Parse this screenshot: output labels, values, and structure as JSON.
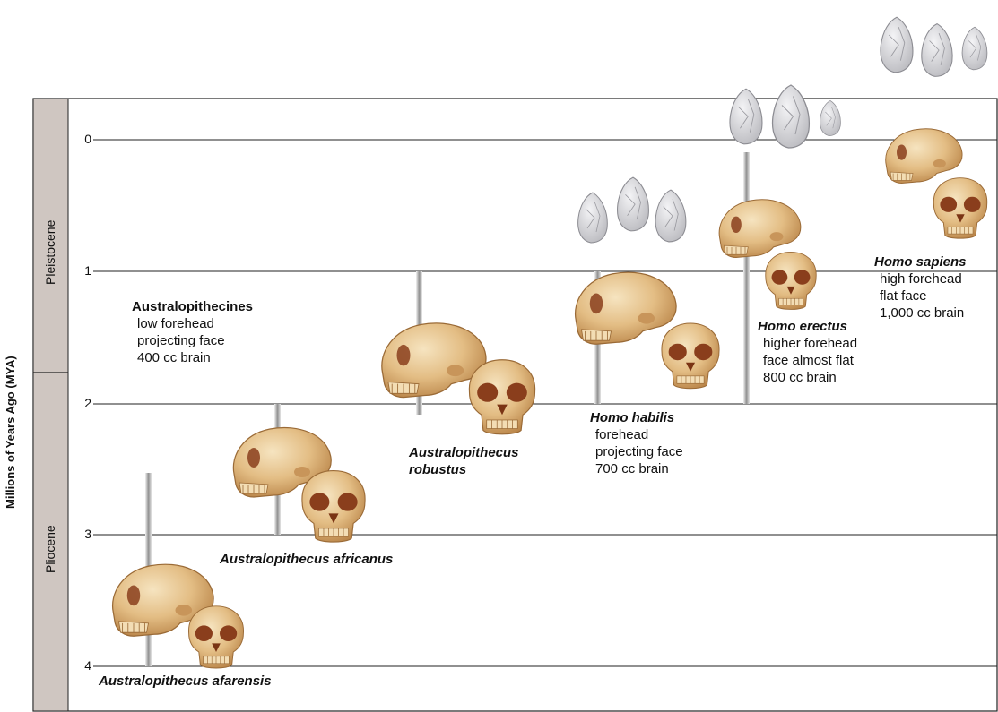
{
  "axis": {
    "title": "Millions of Years Ago (MYA)",
    "ticks": [
      "0",
      "1",
      "2",
      "3",
      "4"
    ]
  },
  "epochs": {
    "pleistocene": "Pleistocene",
    "pliocene": "Pliocene"
  },
  "species": {
    "afarensis": {
      "name": "Australopithecus afarensis"
    },
    "africanus": {
      "name": "Australopithecus africanus"
    },
    "robustus": {
      "name_line1": "Australopithecus",
      "name_line2": "robustus"
    },
    "australopithecines": {
      "name": "Australopithecines",
      "traits": [
        "low forehead",
        "projecting face",
        "400 cc brain"
      ]
    },
    "habilis": {
      "name": "Homo habilis",
      "traits": [
        "forehead",
        "projecting face",
        "700 cc brain"
      ]
    },
    "erectus": {
      "name": "Homo erectus",
      "traits": [
        "higher forehead",
        "face almost flat",
        "800 cc brain"
      ]
    },
    "sapiens": {
      "name": "Homo sapiens",
      "traits": [
        "high forehead",
        "flat face",
        "1,000 cc brain"
      ]
    }
  },
  "colors": {
    "bone_light": "#f1d9ad",
    "bone_mid": "#ddb47a",
    "bone_dark": "#b98448",
    "eye_socket": "#8a3e1c",
    "epoch_band": "#cfc6c1",
    "tool": "#dcdcdf",
    "grid": "#222222"
  },
  "icons": [
    "skull-side-icon",
    "skull-front-icon",
    "stone-tool-icon"
  ]
}
